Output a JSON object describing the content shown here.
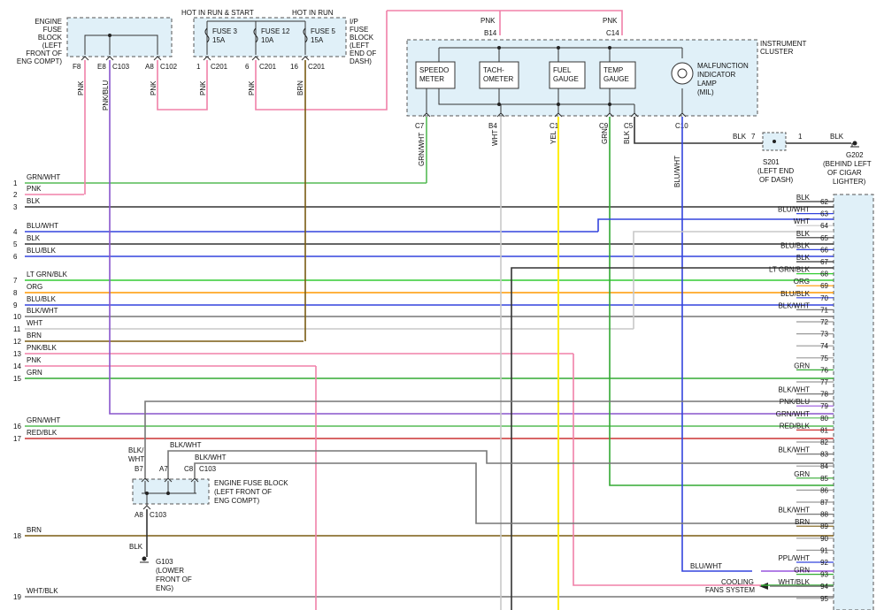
{
  "engine_fuse_block_top": {
    "title": [
      "ENGINE",
      "FUSE",
      "BLOCK",
      "(LEFT",
      "FRONT OF",
      "ENG COMPT)"
    ],
    "pins": [
      {
        "pin": "F8",
        "conn": ""
      },
      {
        "pin": "E8",
        "conn": "C103"
      },
      {
        "pin": "A8",
        "conn": "C102"
      }
    ]
  },
  "ip_fuse_block": {
    "header_left": "HOT IN RUN & START",
    "header_right": "HOT IN RUN",
    "title": [
      "I/P",
      "FUSE",
      "BLOCK",
      "(LEFT",
      "END OF",
      "DASH)"
    ],
    "fuses": [
      {
        "name": "FUSE 3",
        "amps": "15A",
        "pin": "1",
        "conn": "C201"
      },
      {
        "name": "FUSE 12",
        "amps": "10A",
        "pin": "6",
        "conn": "C201"
      },
      {
        "name": "FUSE 5",
        "amps": "15A",
        "pin": "16",
        "conn": "C201"
      }
    ]
  },
  "top_wires": {
    "pnk_left": "PNK",
    "pnk_right": "PNK",
    "b14": "B14",
    "c14": "C14"
  },
  "vertical_wire_labels": {
    "f8": "PNK",
    "e8": "PNK/BLU",
    "a8": "PNK",
    "fuse3": "PNK",
    "fuse12": "PNK",
    "fuse5": "BRN"
  },
  "instrument_cluster": {
    "title": [
      "INSTRUMENT",
      "CLUSTER"
    ],
    "gauges": [
      {
        "line1": "SPEEDO",
        "line2": "METER"
      },
      {
        "line1": "TACH-",
        "line2": "OMETER"
      },
      {
        "line1": "FUEL",
        "line2": "GAUGE"
      },
      {
        "line1": "TEMP",
        "line2": "GAUGE"
      }
    ],
    "mil": [
      "MALFUNCTION",
      "INDICATOR",
      "LAMP",
      "(MIL)"
    ],
    "pins": [
      {
        "pin": "C7",
        "wire": "GRN/WHT"
      },
      {
        "pin": "B4",
        "wire": "WHT"
      },
      {
        "pin": "C1",
        "wire": "YEL"
      },
      {
        "pin": "C9",
        "wire": "GRN"
      },
      {
        "pin": "C5",
        "wire": "BLK"
      },
      {
        "pin": "C10",
        "wire": "BLU/WHT"
      }
    ]
  },
  "splice": {
    "wire_left": "BLK",
    "pin_left": "7",
    "pin_right": "1",
    "wire_right": "BLK",
    "name": [
      "S201",
      "(LEFT END",
      "OF DASH)"
    ],
    "ground": [
      "G202",
      "(BEHIND LEFT",
      "OF CIGAR",
      "LIGHTER)"
    ]
  },
  "left_wires": [
    {
      "num": "1",
      "label": "GRN/WHT"
    },
    {
      "num": "2",
      "label": "PNK"
    },
    {
      "num": "3",
      "label": "BLK"
    },
    {
      "num": "4",
      "label": "BLU/WHT"
    },
    {
      "num": "5",
      "label": "BLK"
    },
    {
      "num": "6",
      "label": "BLU/BLK"
    },
    {
      "num": "7",
      "label": "LT GRN/BLK"
    },
    {
      "num": "8",
      "label": "ORG"
    },
    {
      "num": "9",
      "label": "BLU/BLK"
    },
    {
      "num": "10",
      "label": "BLK/WHT"
    },
    {
      "num": "11",
      "label": "WHT"
    },
    {
      "num": "12",
      "label": "BRN"
    },
    {
      "num": "13",
      "label": "PNK/BLK"
    },
    {
      "num": "14",
      "label": "PNK"
    },
    {
      "num": "15",
      "label": "GRN"
    },
    {
      "num": "16",
      "label": "GRN/WHT"
    },
    {
      "num": "17",
      "label": "RED/BLK"
    },
    {
      "num": "18",
      "label": "BRN"
    },
    {
      "num": "19",
      "label": "WHT/BLK"
    }
  ],
  "right_pins": [
    {
      "num": "62",
      "label": "BLK"
    },
    {
      "num": "63",
      "label": "BLU/WHT"
    },
    {
      "num": "64",
      "label": "WHT"
    },
    {
      "num": "65",
      "label": "BLK"
    },
    {
      "num": "66",
      "label": "BLU/BLK"
    },
    {
      "num": "67",
      "label": "BLK"
    },
    {
      "num": "68",
      "label": "LT GRN/BLK"
    },
    {
      "num": "69",
      "label": "ORG"
    },
    {
      "num": "70",
      "label": "BLU/BLK"
    },
    {
      "num": "71",
      "label": "BLK/WHT"
    },
    {
      "num": "72",
      "label": ""
    },
    {
      "num": "73",
      "label": ""
    },
    {
      "num": "74",
      "label": ""
    },
    {
      "num": "75",
      "label": ""
    },
    {
      "num": "76",
      "label": "GRN"
    },
    {
      "num": "77",
      "label": ""
    },
    {
      "num": "78",
      "label": "BLK/WHT"
    },
    {
      "num": "79",
      "label": "PNK/BLU"
    },
    {
      "num": "80",
      "label": "GRN/WHT"
    },
    {
      "num": "81",
      "label": "RED/BLK"
    },
    {
      "num": "82",
      "label": ""
    },
    {
      "num": "83",
      "label": "BLK/WHT"
    },
    {
      "num": "84",
      "label": ""
    },
    {
      "num": "85",
      "label": "GRN"
    },
    {
      "num": "86",
      "label": ""
    },
    {
      "num": "87",
      "label": ""
    },
    {
      "num": "88",
      "label": "BLK/WHT"
    },
    {
      "num": "89",
      "label": "BRN"
    },
    {
      "num": "90",
      "label": ""
    },
    {
      "num": "91",
      "label": ""
    },
    {
      "num": "92",
      "label": "PPL/WHT"
    },
    {
      "num": "93",
      "label": "GRN"
    },
    {
      "num": "94",
      "label": "WHT/BLK"
    },
    {
      "num": "95",
      "label": ""
    }
  ],
  "lower_fuse_block": {
    "wire_b7": [
      "BLK/",
      "WHT"
    ],
    "wire_a7": "BLK/WHT",
    "wire_c8": "BLK/WHT",
    "pins": [
      {
        "pin": "B7",
        "conn": ""
      },
      {
        "pin": "A7",
        "conn": ""
      },
      {
        "pin": "C8",
        "conn": "C103"
      }
    ],
    "title": [
      "ENGINE FUSE BLOCK",
      "(LEFT FRONT OF",
      "ENG COMPT)"
    ],
    "bottom_pin": "A8",
    "bottom_conn": "C103",
    "ground_wire": "BLK",
    "ground": [
      "G103",
      "(LOWER",
      "FRONT OF",
      "ENG)"
    ]
  },
  "cooling_fans": {
    "wire": "BLU/WHT",
    "label": [
      "COOLING",
      "FANS SYSTEM"
    ]
  },
  "colors": {
    "pnk": "#f080a8",
    "grn": "#33aa33",
    "grnwht": "#55bb55",
    "blu": "#3344dd",
    "blk": "#333333",
    "wht": "#c8c8c8",
    "yel": "#ffee00",
    "brn": "#7a5c12",
    "org": "#ff9900",
    "ltgrn": "#33cc33",
    "red": "#cc3333",
    "ppl": "#9955dd",
    "gry": "#777777",
    "cluster_bg": "#e0f0f8"
  }
}
